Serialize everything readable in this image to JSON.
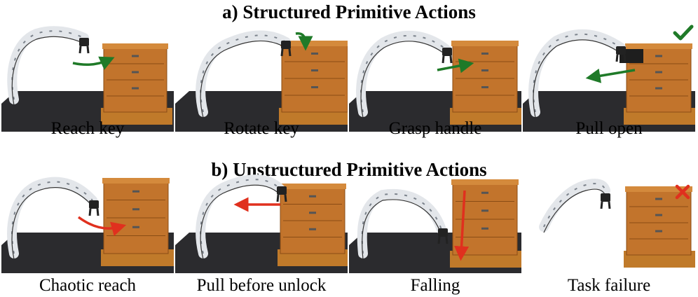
{
  "sections": [
    {
      "title": "a) Structured Primitive Actions",
      "status_icon": "checkmark-icon",
      "status_color": "#1f7a28",
      "arrow_color": "#1f7a28",
      "panels": [
        {
          "caption": "Reach key",
          "arrow": "curve-right"
        },
        {
          "caption": "Rotate key",
          "arrow": "rotate"
        },
        {
          "caption": "Grasp handle",
          "arrow": "straight-right"
        },
        {
          "caption": "Pull open",
          "arrow": "straight-left"
        }
      ]
    },
    {
      "title": "b) Unstructured Primitive Actions",
      "status_icon": "cross-icon",
      "status_color": "#e0301e",
      "arrow_color": "#e0301e",
      "panels": [
        {
          "caption": "Chaotic reach",
          "arrow": "curve-right"
        },
        {
          "caption": "Pull before unlock",
          "arrow": "straight-left"
        },
        {
          "caption": "Falling",
          "arrow": "vertical-down"
        },
        {
          "caption": "Task failure",
          "arrow": "none"
        }
      ]
    }
  ]
}
